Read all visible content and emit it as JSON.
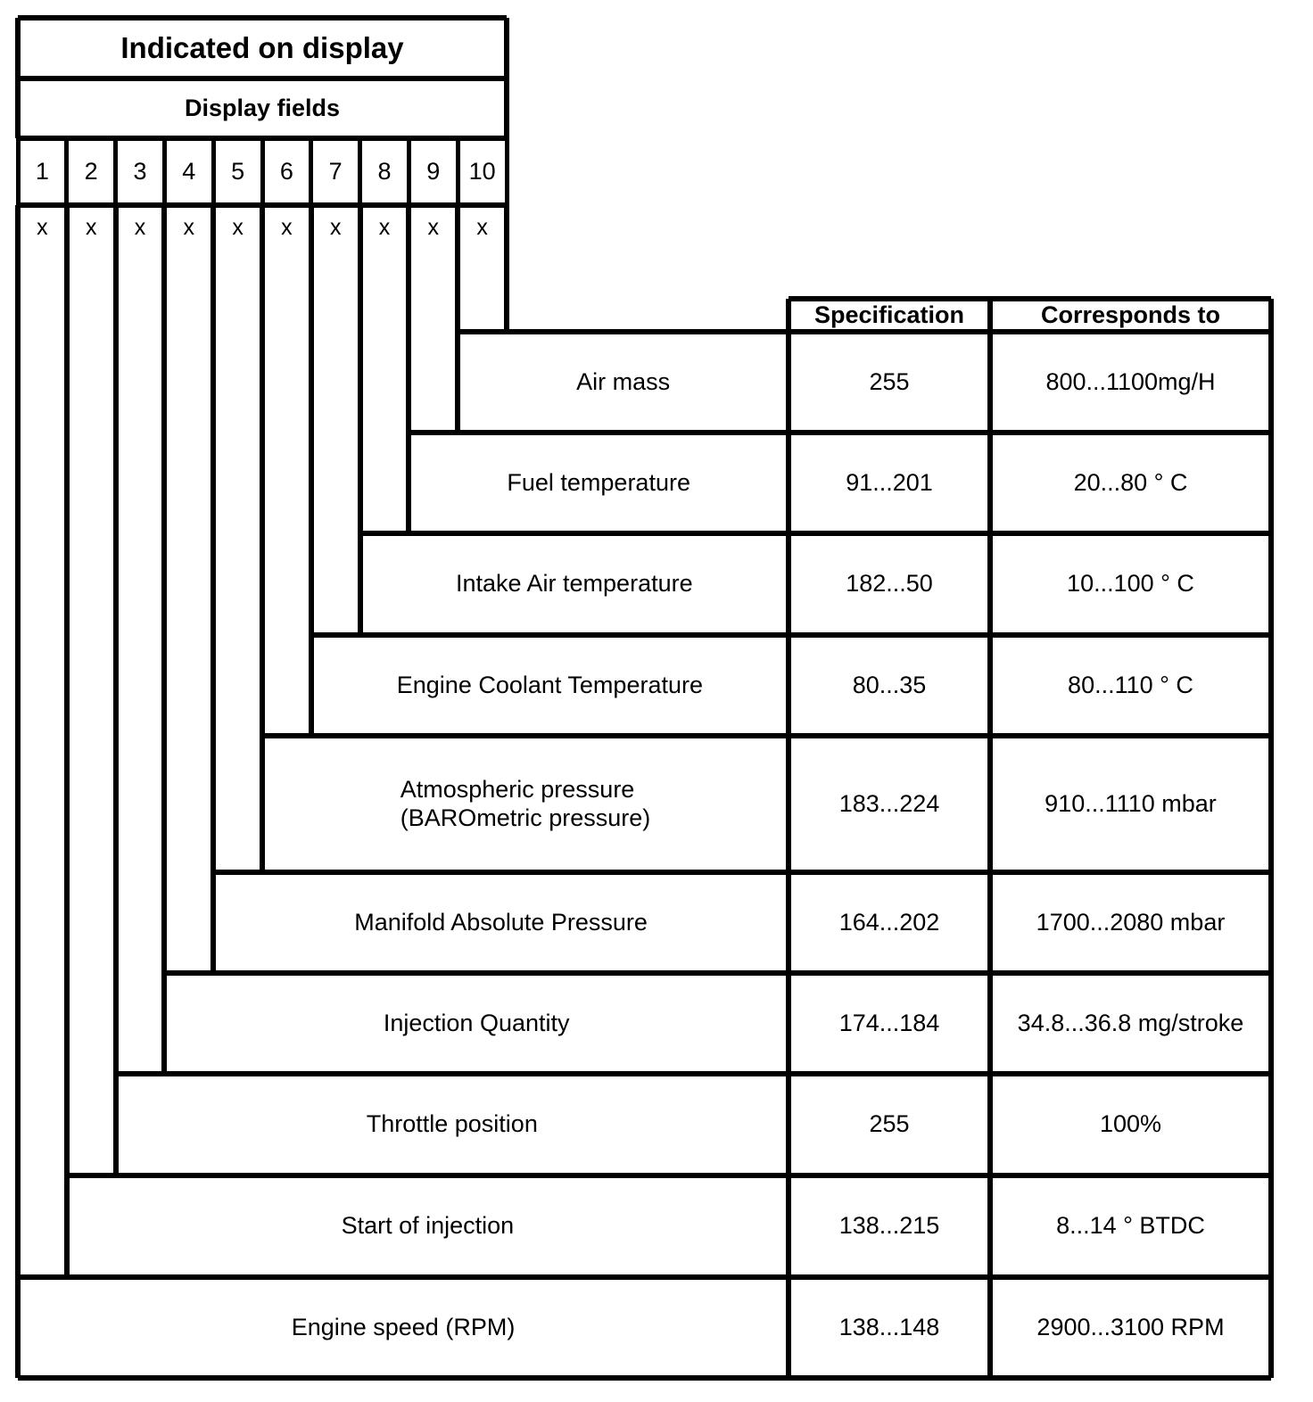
{
  "header": {
    "title": "Indicated on display",
    "subtitle": "Display fields"
  },
  "display_fields": {
    "numbers": [
      "1",
      "2",
      "3",
      "4",
      "5",
      "6",
      "7",
      "8",
      "9",
      "10"
    ],
    "marks": [
      "x",
      "x",
      "x",
      "x",
      "x",
      "x",
      "x",
      "x",
      "x",
      "x"
    ]
  },
  "table": {
    "columns": {
      "specification": "Specification",
      "corresponds_to": "Corresponds to"
    },
    "rows": [
      {
        "label": "Air mass",
        "specification": "255",
        "corresponds_to": "800...1100mg/H"
      },
      {
        "label": "Fuel temperature",
        "specification": "91...201",
        "corresponds_to": "20...80 ° C"
      },
      {
        "label": "Intake Air temperature",
        "specification": "182...50",
        "corresponds_to": "10...100 ° C"
      },
      {
        "label": "Engine Coolant Temperature",
        "specification": "80...35",
        "corresponds_to": "80...110 ° C"
      },
      {
        "label": "Atmospheric pressure\n(BAROmetric pressure)",
        "specification": "183...224",
        "corresponds_to": "910...1110 mbar"
      },
      {
        "label": "Manifold Absolute Pressure",
        "specification": "164...202",
        "corresponds_to": "1700...2080 mbar"
      },
      {
        "label": "Injection Quantity",
        "specification": "174...184",
        "corresponds_to": "34.8...36.8 mg/stroke"
      },
      {
        "label": "Throttle position",
        "specification": "255",
        "corresponds_to": "100%"
      },
      {
        "label": "Start of injection",
        "specification": "138...215",
        "corresponds_to": "8...14 ° BTDC"
      },
      {
        "label": "Engine speed (RPM)",
        "specification": "138...148",
        "corresponds_to": "2900...3100 RPM"
      }
    ]
  },
  "colors": {
    "line": "#000000",
    "background": "#ffffff",
    "text": "#000000"
  }
}
